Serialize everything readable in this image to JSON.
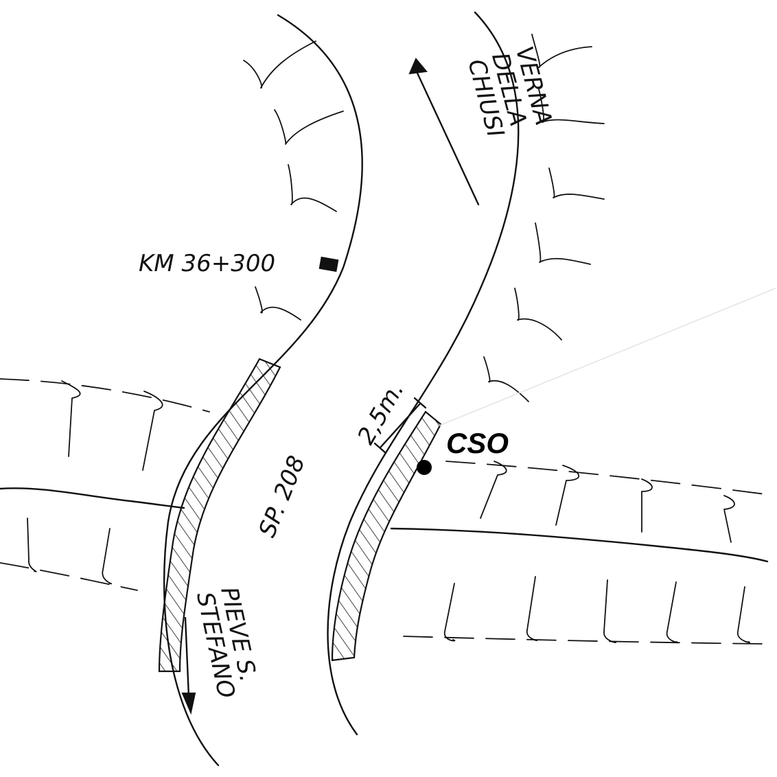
{
  "labels": {
    "km_marker": "KM 36+300",
    "road_name": "SP. 208",
    "distance": "2,5m.",
    "cso": "CSO",
    "direction_north_line1": "CHIUSI",
    "direction_north_line2": "DELLA",
    "direction_north_line3": "VERNA",
    "direction_south_line1": "PIEVE S.",
    "direction_south_line2": "STEFANO"
  },
  "colors": {
    "ink": "#111111",
    "background": "#ffffff"
  },
  "icons": {
    "north_arrow": "arrow-up-icon",
    "south_arrow": "arrow-down-icon",
    "marker": "km-marker-icon",
    "point": "cso-point-icon"
  }
}
